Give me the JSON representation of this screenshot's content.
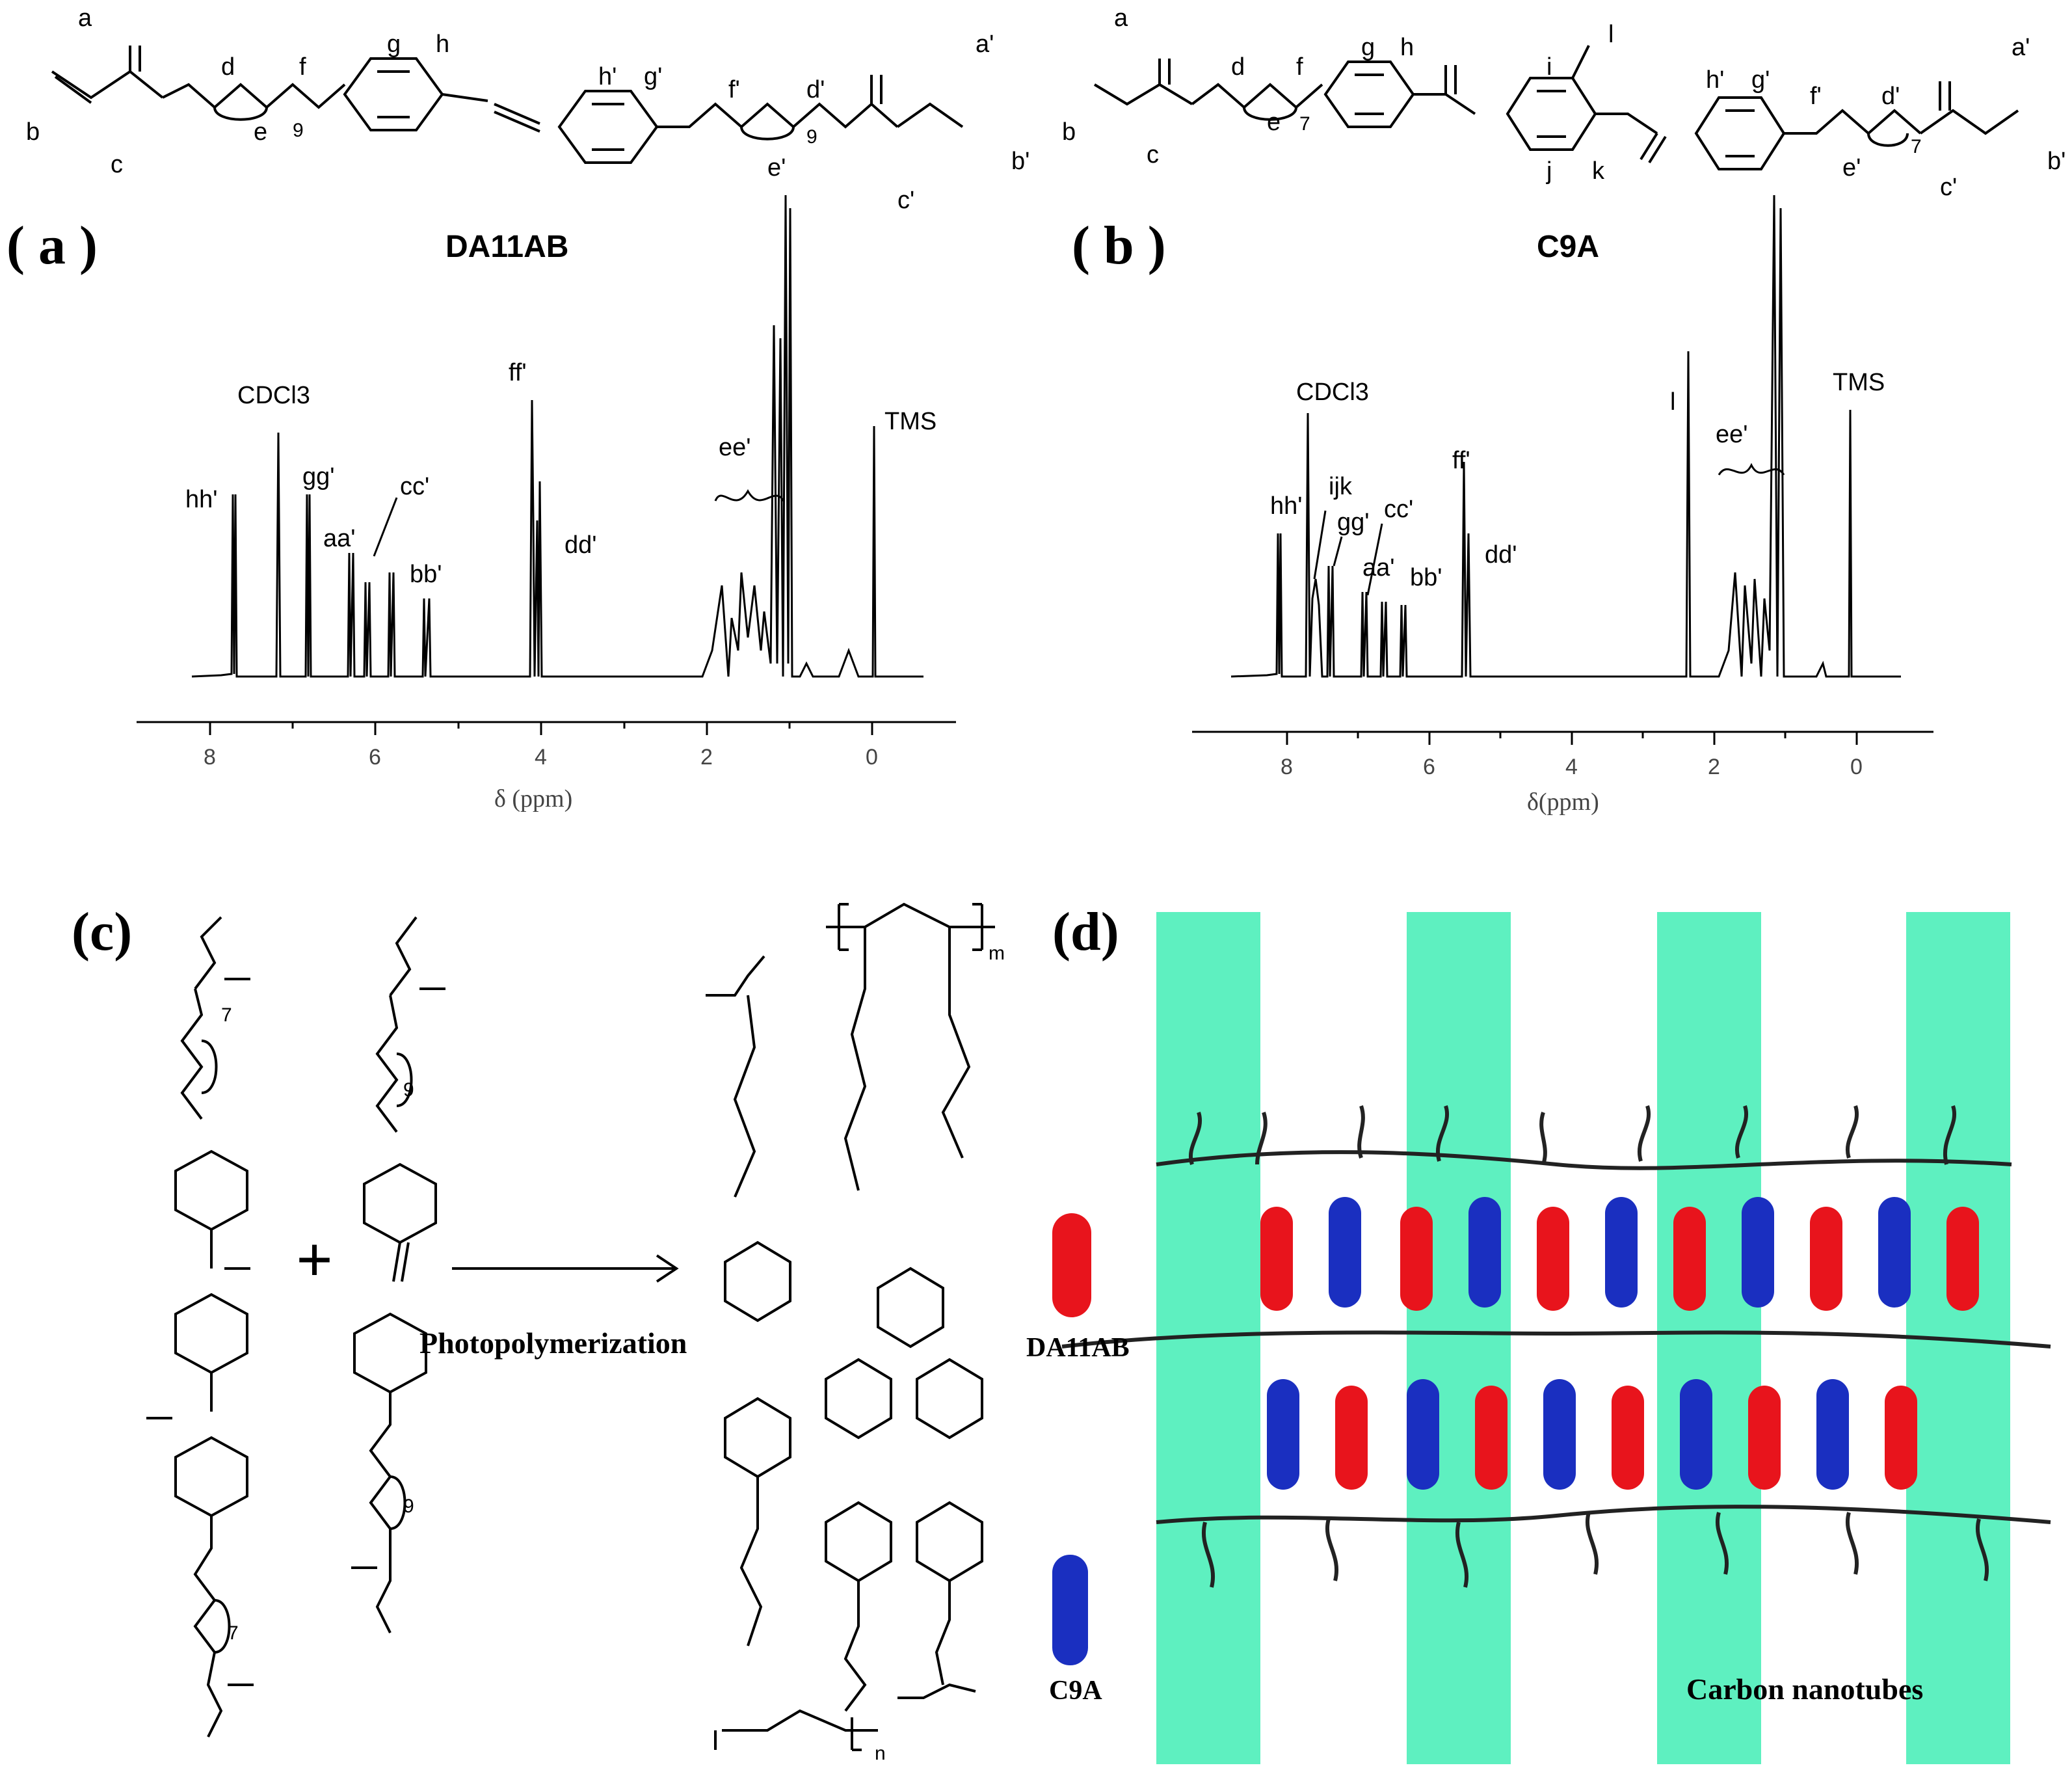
{
  "panel_a": {
    "label": "( a )",
    "title": "DA11AB",
    "molecule": {
      "atoms_left": [
        "a",
        "b",
        "c",
        "d",
        "e",
        "f",
        "g",
        "h"
      ],
      "atoms_right": [
        "a'",
        "b'",
        "c'",
        "d'",
        "e'",
        "f'",
        "g'",
        "h'"
      ],
      "repeat": "9"
    },
    "peaks": [
      "hh'",
      "CDCl3",
      "gg'",
      "aa'",
      "cc'",
      "bb'",
      "ff'",
      "dd'",
      "ee'",
      "TMS"
    ],
    "axis": {
      "title": "δ (ppm)",
      "ticks": [
        "8",
        "6",
        "4",
        "2",
        "0"
      ]
    }
  },
  "panel_b": {
    "label": "( b )",
    "title": "C9A",
    "molecule": {
      "atoms": [
        "a",
        "b",
        "c",
        "d",
        "e",
        "f",
        "g",
        "h",
        "i",
        "j",
        "k",
        "l",
        "a'",
        "b'",
        "c'",
        "d'",
        "e'",
        "f'",
        "g'",
        "h'"
      ],
      "repeat": "7"
    },
    "peaks": [
      "hh'",
      "CDCl3",
      "ijk",
      "gg'",
      "aa'",
      "cc'",
      "bb'",
      "ff'",
      "dd'",
      "l",
      "ee'",
      "TMS"
    ],
    "axis": {
      "title": "δ(ppm)",
      "ticks": [
        "8",
        "6",
        "4",
        "2",
        "0"
      ]
    }
  },
  "panel_c": {
    "label": "(c)",
    "plus": "+",
    "arrow_label": "Photopolymerization",
    "subscripts": [
      "7",
      "9",
      "m",
      "n"
    ]
  },
  "panel_d": {
    "label": "(d)",
    "legend": {
      "red": "DA11AB",
      "blue": "C9A",
      "cnt": "Carbon nanotubes"
    },
    "colors": {
      "red_mesogen": "#e8141c",
      "blue_mesogen": "#1a2fc0",
      "cnt": "#5ef0c0"
    }
  }
}
